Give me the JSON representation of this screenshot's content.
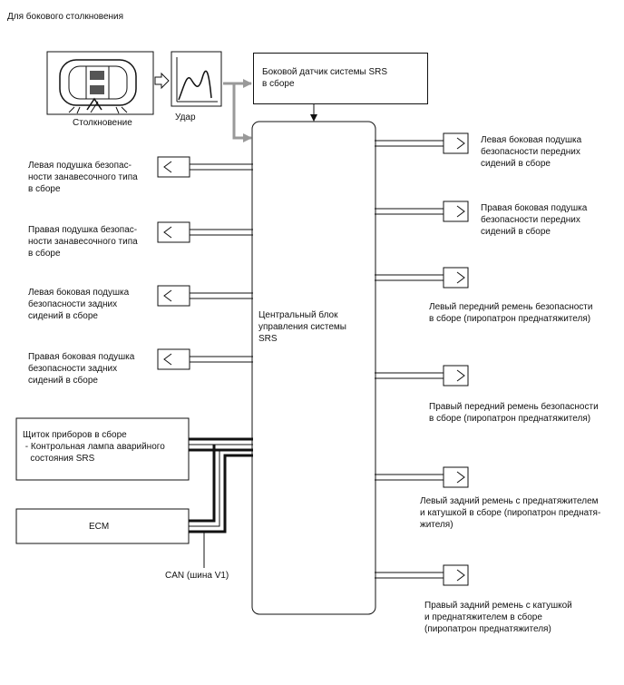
{
  "header": {
    "title": "Для бокового столкновения"
  },
  "collision": {
    "label": "Столкновение"
  },
  "impact": {
    "label": "Удар"
  },
  "side_sensor": {
    "label": "Боковой датчик системы SRS\nв сборе"
  },
  "center_unit": {
    "label": "Центральный блок\nуправления системы\nSRS"
  },
  "left_components": [
    {
      "label": "Левая подушка безопас-\nности занавесочного типа\nв сборе"
    },
    {
      "label": "Правая подушка безопас-\nности занавесочного типа\nв сборе"
    },
    {
      "label": "Левая боковая подушка\nбезопасности задних\nсидений в сборе"
    },
    {
      "label": "Правая боковая подушка\nбезопасности задних\nсидений в сборе"
    }
  ],
  "right_components": [
    {
      "label": "Левая боковая подушка\nбезопасности передних\nсидений в сборе"
    },
    {
      "label": "Правая боковая подушка\nбезопасности передних\nсидений в сборе"
    },
    {
      "label": "Левый передний ремень безопасности\nв сборе (пиропатрон преднатяжителя)"
    },
    {
      "label": "Правый передний ремень безопасности\nв сборе (пиропатрон преднатяжителя)"
    },
    {
      "label": "Левый задний ремень с преднатяжителем\nи катушкой в сборе (пиропатрон преднатя-\nжителя)"
    },
    {
      "label": "Правый задний ремень с катушкой\nи преднатяжителем в сборе\n(пиропатрон преднатяжителя)"
    }
  ],
  "meter": {
    "label": "Щиток приборов в сборе\n - Контрольная лампа аварийного\n   состояния SRS"
  },
  "ecm": {
    "label": "ECM"
  },
  "can": {
    "label": "CAN (шина V1)"
  }
}
